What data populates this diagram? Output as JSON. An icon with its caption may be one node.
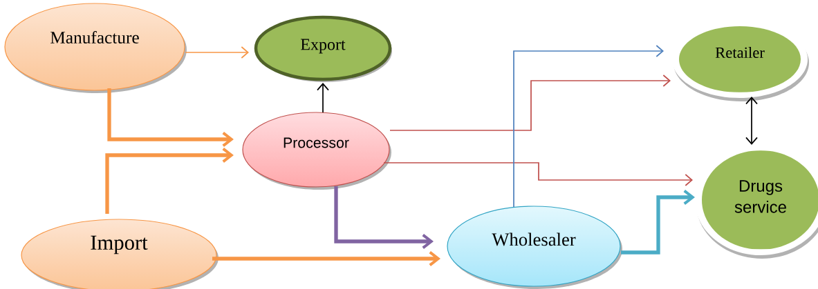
{
  "diagram": {
    "nodes": [
      {
        "text": [
          "Manufacture"
        ]
      },
      {
        "text": [
          "Export"
        ]
      },
      {
        "text": [
          "Retailer"
        ]
      },
      {
        "text": [
          "Processor"
        ]
      },
      {
        "text": [
          "Drugs service"
        ]
      },
      {
        "text": [
          "Import"
        ]
      },
      {
        "text": [
          "Wholesaler"
        ]
      }
    ],
    "edges": [
      {
        "from": 0,
        "to": 1,
        "arrow": "to",
        "color": "#f79646"
      },
      {
        "from": 0,
        "to": 3,
        "arrow": "to",
        "style": "thick",
        "color": "#f79646"
      },
      {
        "from": 5,
        "to": 3,
        "arrow": "to",
        "style": "thick",
        "color": "#f79646"
      },
      {
        "from": 5,
        "to": 6,
        "arrow": "to",
        "style": "thick",
        "color": "#f79646"
      },
      {
        "from": 3,
        "to": 1,
        "arrow": "to",
        "color": "#000000"
      },
      {
        "from": 3,
        "to": 2,
        "arrow": "to",
        "color": "#c0504d"
      },
      {
        "from": 3,
        "to": 4,
        "arrow": "to",
        "color": "#c0504d"
      },
      {
        "from": 3,
        "to": 6,
        "arrow": "to",
        "style": "thick",
        "color": "#8064a2"
      },
      {
        "from": 6,
        "to": 2,
        "arrow": "to",
        "color": "#4f81bd"
      },
      {
        "from": 6,
        "to": 4,
        "arrow": "to",
        "style": "thick",
        "color": "#4bacc6"
      },
      {
        "from": 2,
        "to": 4,
        "arrow": "both",
        "color": "#000000"
      }
    ]
  }
}
